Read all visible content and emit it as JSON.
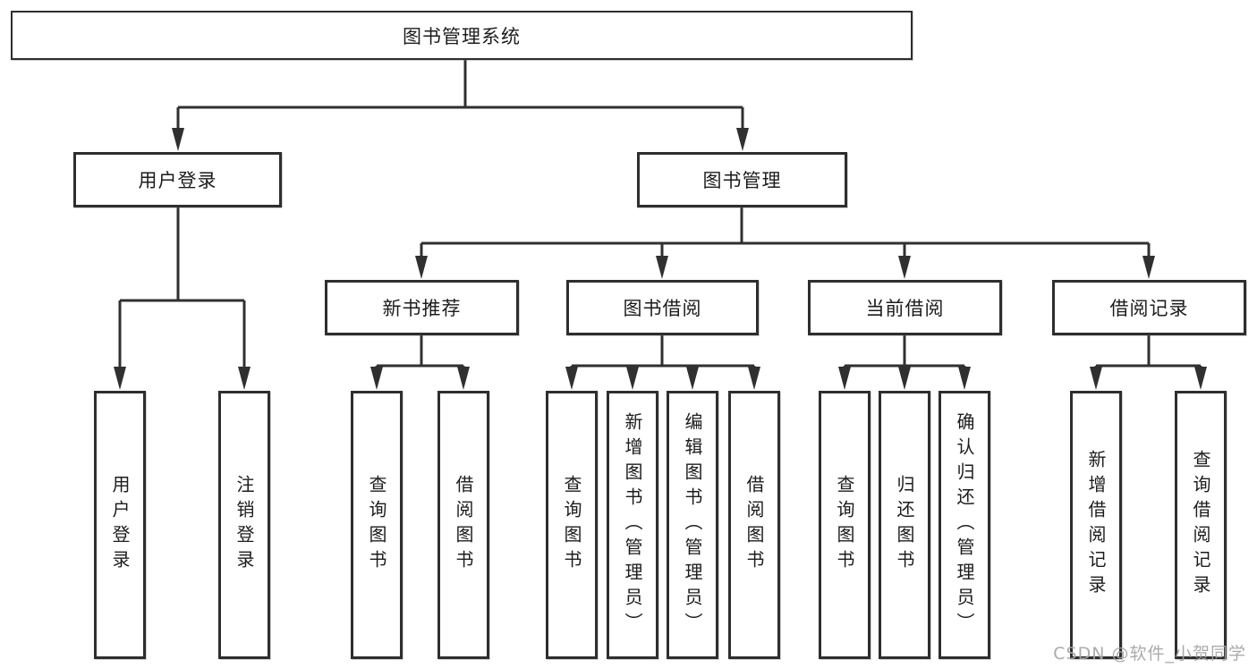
{
  "tree": {
    "root": {
      "label": "图书管理系统"
    },
    "login": {
      "label": "用户登录",
      "children": [
        {
          "label": "用户登录"
        },
        {
          "label": "注销登录"
        }
      ]
    },
    "mgmt": {
      "label": "图书管理",
      "children": [
        {
          "label": "新书推荐",
          "children": [
            {
              "label": "查询图书"
            },
            {
              "label": "借阅图书"
            }
          ]
        },
        {
          "label": "图书借阅",
          "children": [
            {
              "label": "查询图书"
            },
            {
              "label": "新增图书（管理员）"
            },
            {
              "label": "编辑图书（管理员）"
            },
            {
              "label": "借阅图书"
            }
          ]
        },
        {
          "label": "当前借阅",
          "children": [
            {
              "label": "查询图书"
            },
            {
              "label": "归还图书"
            },
            {
              "label": "确认归还（管理员）"
            }
          ]
        },
        {
          "label": "借阅记录",
          "children": [
            {
              "label": "新增借阅记录"
            },
            {
              "label": "查询借阅记录"
            }
          ]
        }
      ]
    }
  },
  "watermark": "CSDN @软件_小贺同学",
  "colors": {
    "line": "#303030",
    "border": "#2e2e2e",
    "text": "#1c1c1c",
    "watermark": "#a4a4a4",
    "background": "#ffffff"
  }
}
